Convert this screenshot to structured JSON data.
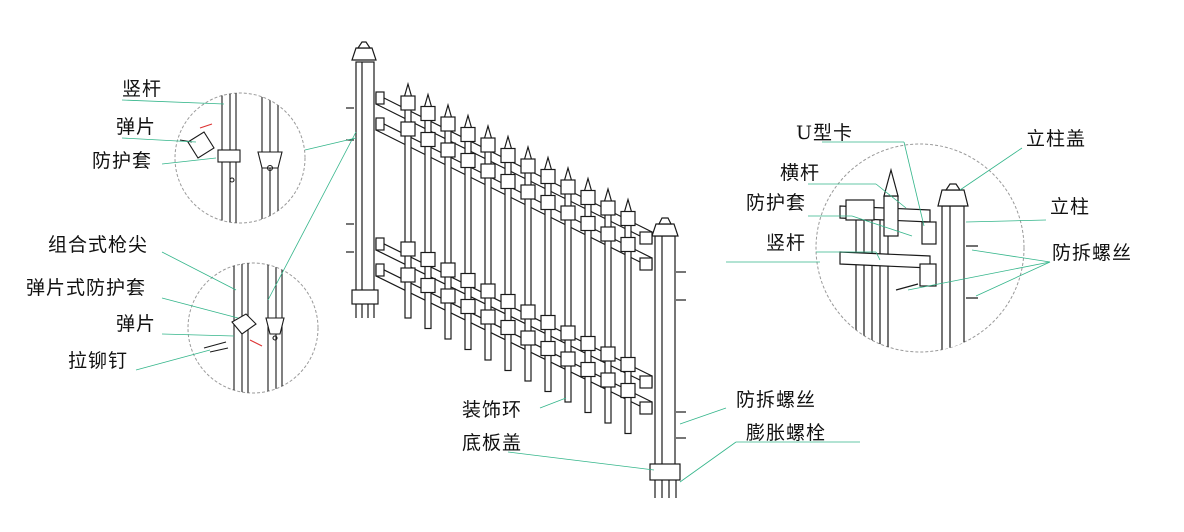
{
  "labels": {
    "shugan": "竖杆",
    "danpian_a": "弹片",
    "fanghutao_a": "防护套",
    "zuhe_qiangjian": "组合式枪尖",
    "danpianshi_fanghutao": "弹片式防护套",
    "danpian_b": "弹片",
    "lamaoding": "拉铆钉",
    "zhuangshihuan": "装饰环",
    "dibangai": "底板盖",
    "fangchai_luosi_a": "防拆螺丝",
    "pengzhang_luoshuan": "膨胀螺栓",
    "u_xing_ka": "U型卡",
    "lizhugai": "立柱盖",
    "henggan": "横杆",
    "lizhu": "立柱",
    "fanghutao_b": "防护套",
    "shugan_b": "竖杆",
    "fangchai_luosi_b": "防拆螺丝"
  },
  "colors": {
    "line": "#1a1a1a",
    "leader": "#33b58a",
    "label": "#111111"
  }
}
